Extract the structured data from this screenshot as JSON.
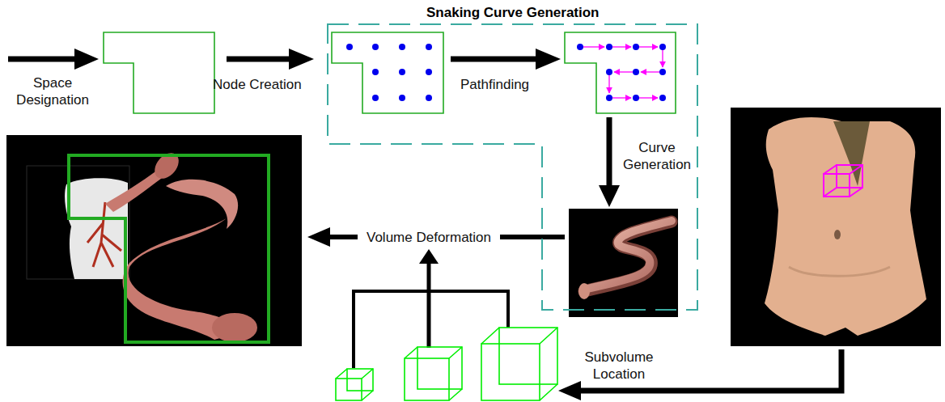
{
  "diagram": {
    "nodes": [
      {
        "text": [
          "Snaking Curve Generation"
        ]
      }
    ],
    "labels": [
      "Space Designation",
      "Node Creation",
      "Pathfinding",
      "Curve Generation",
      "Volume Deformation",
      "Subvolume Location"
    ]
  }
}
